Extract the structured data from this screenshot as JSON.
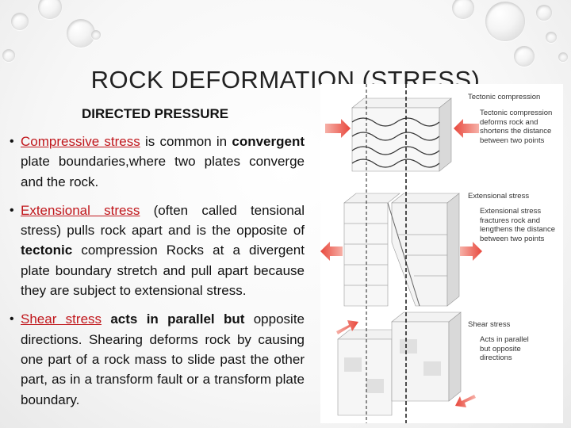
{
  "slide": {
    "title": "ROCK DEFORMATION (STRESS)",
    "subtitle": "DIRECTED PRESSURE"
  },
  "bullets": [
    {
      "term_1": "Compressive ",
      "term_2": "stress",
      "text_1": " is common in ",
      "bold": "convergent",
      "text_2": " plate boundaries,where two plates converge and the rock."
    },
    {
      "term": "Extensional stress",
      "text_1": " (often called tensional stress) pulls rock apart and is the opposite of ",
      "bold": "tectonic",
      "text_2": " compression Rocks at a divergent plate boundary stretch and pull apart because they are subject to extensional stress."
    },
    {
      "term": "Shear stress",
      "bold": " acts in parallel but",
      "text": " opposite directions. Shearing deforms rock by causing one part of a rock mass to slide past the other part, as in a transform fault or a transform plate boundary."
    }
  ],
  "figure": {
    "compression": {
      "heading": "Tectonic compression",
      "desc": "Tectonic compression deforms rock and shortens the distance between two points"
    },
    "extension": {
      "heading": "Extensional stress",
      "desc": "Extensional stress fractures rock and lengthens the distance between two points"
    },
    "shear": {
      "heading": "Shear stress",
      "desc": "Acts in parallel but opposite directions"
    }
  },
  "colors": {
    "accent_red": "#c0161b",
    "arrow_red": "#e8473c"
  }
}
